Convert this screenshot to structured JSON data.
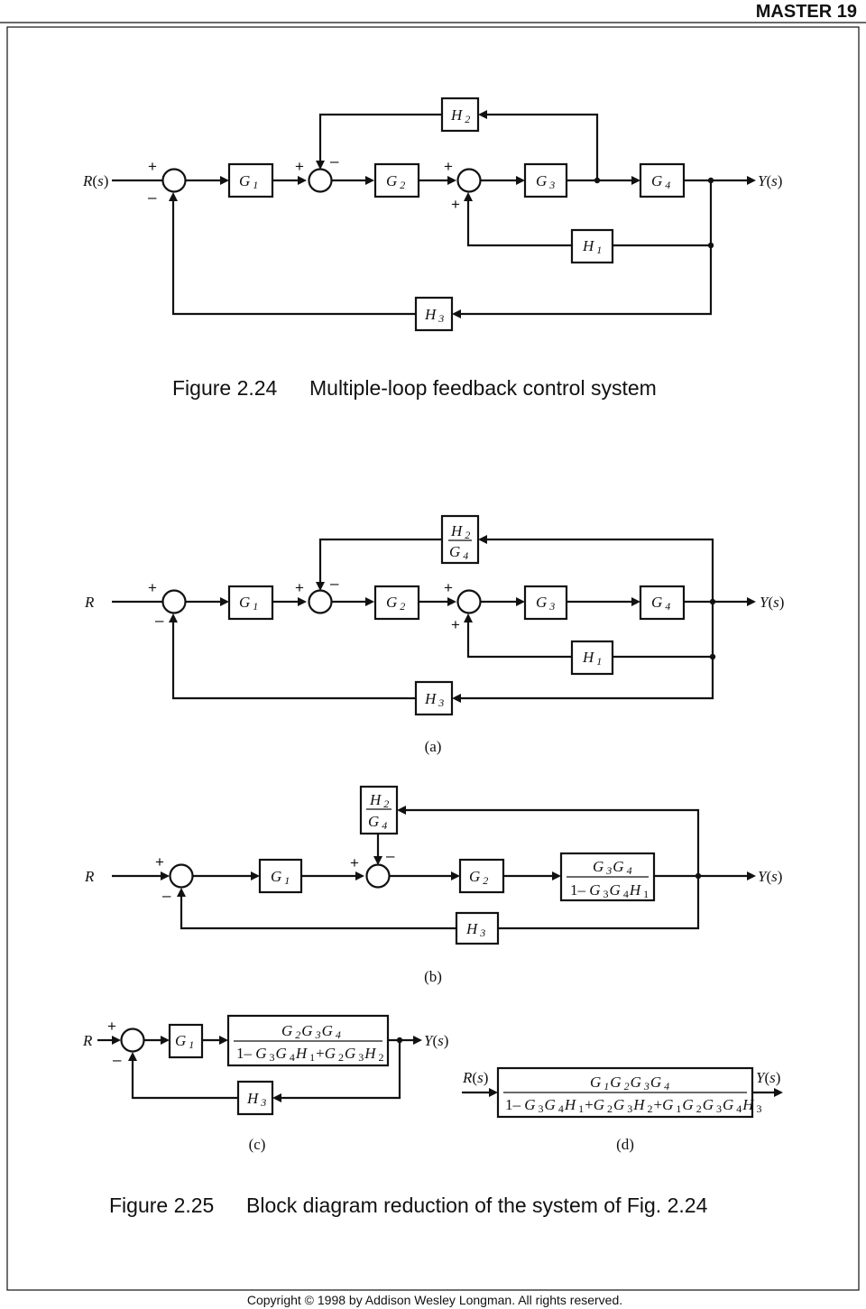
{
  "page": {
    "header": "MASTER 19",
    "copyright": "Copyright © 1998 by Addison Wesley Longman. All rights reserved."
  },
  "figure_2_24": {
    "number": "Figure 2.24",
    "caption": "Multiple-loop feedback control system",
    "input": "R(s)",
    "output": "Y(s)",
    "blocks": [
      "G1",
      "G2",
      "G3",
      "G4",
      "H1",
      "H2",
      "H3"
    ]
  },
  "figure_2_25": {
    "number": "Figure 2.25",
    "caption": "Block diagram reduction of the system of Fig. 2.24",
    "panel_a": {
      "label": "(a)",
      "input": "R",
      "output": "Y(s)",
      "moved_block": "H2/G4"
    },
    "panel_b": {
      "label": "(b)",
      "input": "R",
      "output": "Y(s)",
      "inner_loop": "G3G4/(1 − G3G4H1)"
    },
    "panel_c": {
      "label": "(c)",
      "input": "R",
      "output": "Y(s)",
      "forward": "G2G3G4/(1 − G3G4H1 + G2G3H2)"
    },
    "panel_d": {
      "label": "(d)",
      "input": "R(s)",
      "output": "Y(s)",
      "closed_loop": "G1G2G3G4/(1 − G3G4H1 + G2G3H2 + G1G2G3G4H3)"
    }
  },
  "signs": {
    "plus": "+",
    "minus": "–"
  },
  "colors": {
    "ink": "#111111",
    "paper": "#ffffff"
  }
}
